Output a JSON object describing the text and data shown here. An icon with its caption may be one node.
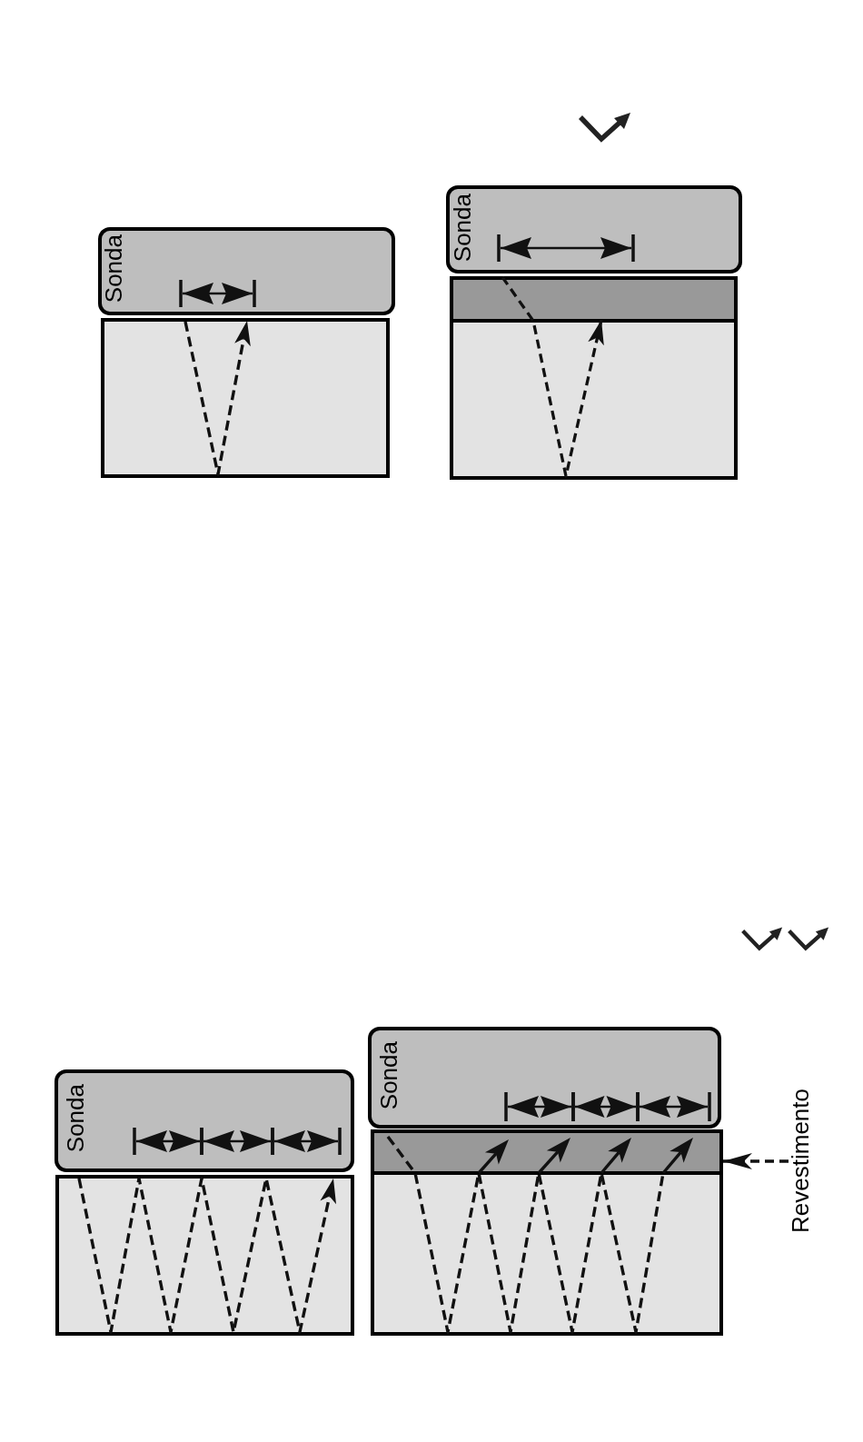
{
  "diagram": {
    "nodes": [
      {
        "text": [
          "Sonda"
        ]
      },
      {
        "text": [],
        "shape": "box"
      },
      {
        "text": [
          "Sonda"
        ]
      },
      {
        "text": [],
        "shape": "box"
      },
      {
        "text": [],
        "shape": "box"
      },
      {
        "text": [
          "Sonda"
        ]
      },
      {
        "text": [],
        "shape": "box"
      },
      {
        "text": [
          "Sonda"
        ]
      },
      {
        "text": [],
        "shape": "box"
      },
      {
        "text": [],
        "shape": "box"
      },
      {
        "text": [
          "Revestimento"
        ]
      }
    ],
    "edges": [
      {
        "from": 3,
        "to": 4,
        "arrow": "to",
        "style": "dashed"
      },
      {
        "from": 10,
        "to": 8,
        "arrow": "to",
        "style": "dashed"
      }
    ]
  }
}
